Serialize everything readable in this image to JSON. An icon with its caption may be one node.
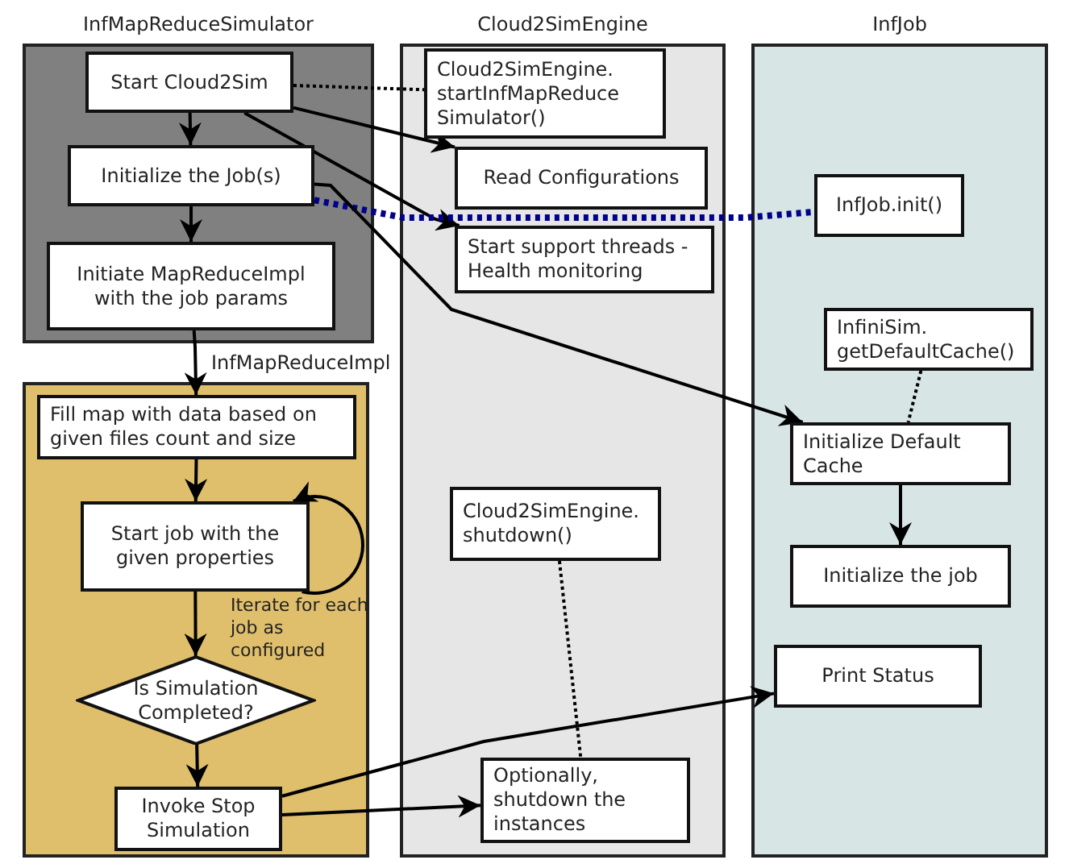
{
  "diagram": {
    "nodes": [
      {
        "text": [
          "InfMapReduceSimulator"
        ]
      },
      {
        "text": [
          "Start Cloud2Sim"
        ],
        "in": 0
      },
      {
        "text": [
          "Initialize the Job(s)"
        ],
        "in": 0
      },
      {
        "text": [
          "Initiate MapReduceImpl with the job params"
        ],
        "in": 0
      },
      {
        "text": [
          "InfMapReduceImpl"
        ]
      },
      {
        "text": [
          "Fill map with data based on given files count and size"
        ],
        "in": 4
      },
      {
        "text": [
          "Start job with the given properties"
        ],
        "in": 4
      },
      {
        "text": [
          "Is Simulation Completed?"
        ],
        "in": 4
      },
      {
        "text": [
          "Invoke Stop Simulation"
        ],
        "in": 4
      },
      {
        "text": [
          "Cloud2SimEngine"
        ]
      },
      {
        "text": [
          "Cloud2SimEngine. startInfMapReduce Simulator()"
        ],
        "in": 9
      },
      {
        "text": [
          "Read Configurations"
        ],
        "in": 9
      },
      {
        "text": [
          "Start support threads - Health monitoring"
        ],
        "in": 9
      },
      {
        "text": [
          "Cloud2SimEngine. shutdown()"
        ],
        "in": 9
      },
      {
        "text": [
          "Optionally, shutdown the instances"
        ],
        "in": 9
      },
      {
        "text": [
          "InfJob"
        ]
      },
      {
        "text": [
          "InfJob.init()"
        ],
        "in": 15
      },
      {
        "text": [
          "InfiniSim. getDefaultCache()"
        ],
        "in": 15
      },
      {
        "text": [
          "Initialize Default Cache"
        ],
        "in": 15
      },
      {
        "text": [
          "Initialize the job"
        ],
        "in": 15
      },
      {
        "text": [
          "Print Status"
        ],
        "in": 15
      }
    ],
    "edges": [
      {
        "from": 1,
        "to": 2,
        "arrow": "to"
      },
      {
        "from": 2,
        "to": 3,
        "arrow": "to"
      },
      {
        "from": 3,
        "to": 5,
        "arrow": "to"
      },
      {
        "from": 5,
        "to": 6,
        "arrow": "to"
      },
      {
        "from": 6,
        "to": 7,
        "arrow": "to"
      },
      {
        "from": 7,
        "to": 8,
        "arrow": "to"
      },
      {
        "from": 6,
        "to": 6,
        "arrow": "to"
      },
      {
        "from": 1,
        "to": 10,
        "arrow": "none",
        "style": "dashed"
      },
      {
        "from": 1,
        "to": 11,
        "arrow": "to"
      },
      {
        "from": 1,
        "to": 12,
        "arrow": "to"
      },
      {
        "from": 2,
        "to": 16,
        "arrow": "none",
        "style": "dashed",
        "color": "#00008b"
      },
      {
        "from": 2,
        "to": 18,
        "arrow": "to"
      },
      {
        "from": 17,
        "to": 18,
        "arrow": "none",
        "style": "dashed"
      },
      {
        "from": 18,
        "to": 19,
        "arrow": "to"
      },
      {
        "from": 13,
        "to": 14,
        "arrow": "none",
        "style": "dashed"
      },
      {
        "from": 8,
        "to": 14,
        "arrow": "to"
      },
      {
        "from": 8,
        "to": 20,
        "arrow": "to"
      }
    ],
    "labels": [
      "Iterate for each job as configured"
    ]
  }
}
